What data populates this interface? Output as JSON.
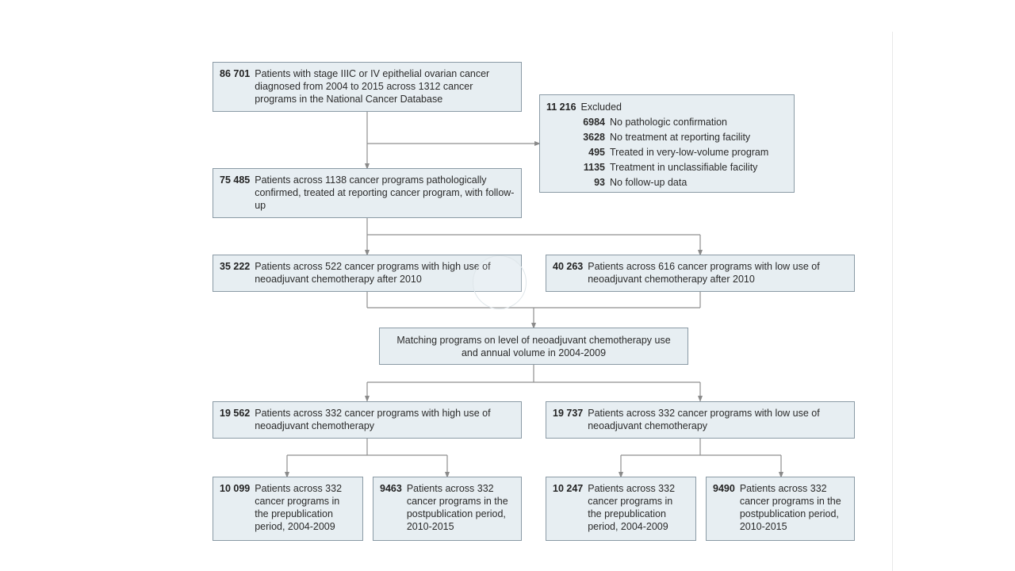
{
  "flowchart": {
    "source": {
      "count": "86 701",
      "text": "Patients with stage IIIC or IV epithelial ovarian cancer diagnosed from 2004 to 2015 across 1312 cancer programs in the National Cancer Database"
    },
    "excluded": {
      "count": "11 216",
      "label": "Excluded",
      "items": [
        {
          "count": "6984",
          "text": "No pathologic confirmation"
        },
        {
          "count": "3628",
          "text": "No treatment at reporting facility"
        },
        {
          "count": "495",
          "text": "Treated in very-low-volume program"
        },
        {
          "count": "1135",
          "text": "Treatment in unclassifiable facility"
        },
        {
          "count": "93",
          "text": "No follow-up data"
        }
      ]
    },
    "confirmed": {
      "count": "75 485",
      "text": "Patients across 1138 cancer programs pathologically confirmed, treated at reporting cancer program, with follow-up"
    },
    "high_use": {
      "count": "35 222",
      "text": "Patients across 522 cancer programs with high use of neoadjuvant chemotherapy after 2010"
    },
    "low_use": {
      "count": "40 263",
      "text": "Patients across 616 cancer programs with low use of neoadjuvant chemotherapy after 2010"
    },
    "matching": {
      "text": "Matching programs on level of neoadjuvant chemotherapy use and annual volume in 2004-2009"
    },
    "matched_high": {
      "count": "19 562",
      "text": "Patients across 332 cancer programs with high use of neoadjuvant chemotherapy"
    },
    "matched_low": {
      "count": "19 737",
      "text": "Patients across 332 cancer programs with low use of neoadjuvant chemotherapy"
    },
    "high_pre": {
      "count": "10 099",
      "text": "Patients across 332 cancer programs in the prepublication period, 2004-2009"
    },
    "high_post": {
      "count": "9463",
      "text": "Patients across 332 cancer programs in the postpublication period, 2010-2015"
    },
    "low_pre": {
      "count": "10 247",
      "text": "Patients across 332 cancer programs in the prepublication period, 2004-2009"
    },
    "low_post": {
      "count": "9490",
      "text": "Patients across 332 cancer programs in the postpublication period, 2010-2015"
    }
  }
}
